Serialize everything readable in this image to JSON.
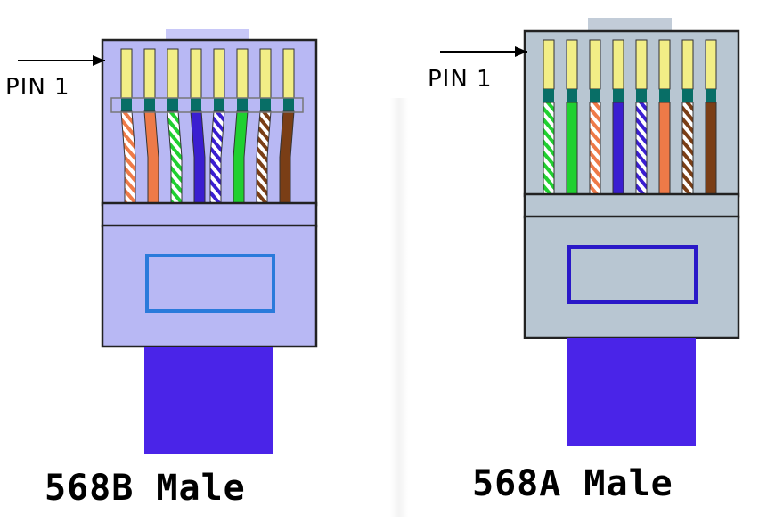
{
  "colors": {
    "blue_body": "#B8B8F4",
    "grey_body": "#B8C6D2",
    "cable": "#4A24E8",
    "pin": "#F2EE86",
    "contact": "#086E66",
    "outline": "#222222",
    "tab_b": "#2A7ADB",
    "tab_a": "#2A18C8",
    "orange": "#EE7A48",
    "green": "#20D030",
    "blue": "#3A1ED0",
    "brown": "#7A3E16",
    "white": "#FFFFFF"
  },
  "connectors": [
    {
      "id": "568b",
      "title": "568B Male",
      "pin_label": "PIN 1",
      "body_color": "blue_body",
      "tab_color": "tab_b",
      "wires": [
        {
          "pin": 1,
          "color": "orange",
          "striped": true
        },
        {
          "pin": 2,
          "color": "orange",
          "striped": false
        },
        {
          "pin": 3,
          "color": "green",
          "striped": true
        },
        {
          "pin": 4,
          "color": "blue",
          "striped": false
        },
        {
          "pin": 5,
          "color": "blue",
          "striped": true
        },
        {
          "pin": 6,
          "color": "green",
          "striped": false
        },
        {
          "pin": 7,
          "color": "brown",
          "striped": true
        },
        {
          "pin": 8,
          "color": "brown",
          "striped": false
        }
      ]
    },
    {
      "id": "568a",
      "title": "568A Male",
      "pin_label": "PIN 1",
      "body_color": "grey_body",
      "tab_color": "tab_a",
      "wires": [
        {
          "pin": 1,
          "color": "green",
          "striped": true
        },
        {
          "pin": 2,
          "color": "green",
          "striped": false
        },
        {
          "pin": 3,
          "color": "orange",
          "striped": true
        },
        {
          "pin": 4,
          "color": "blue",
          "striped": false
        },
        {
          "pin": 5,
          "color": "blue",
          "striped": true
        },
        {
          "pin": 6,
          "color": "orange",
          "striped": false
        },
        {
          "pin": 7,
          "color": "brown",
          "striped": true
        },
        {
          "pin": 8,
          "color": "brown",
          "striped": false
        }
      ]
    }
  ]
}
